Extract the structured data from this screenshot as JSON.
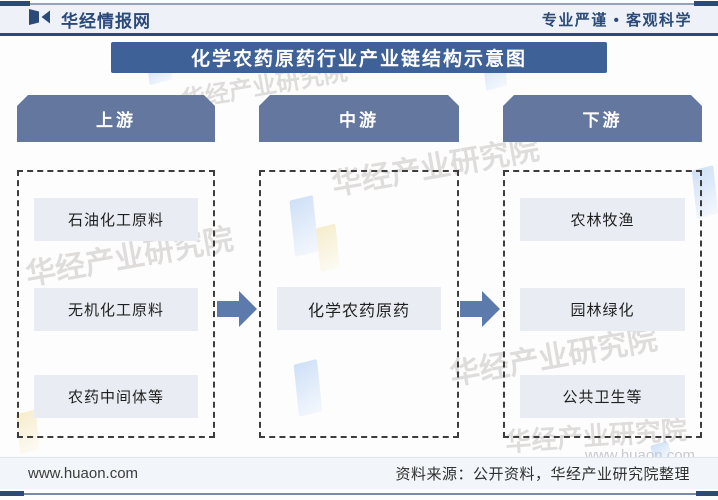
{
  "header": {
    "logo_text": "华经情报网",
    "slogan": "专业严谨 • 客观科学"
  },
  "title": "化学农药原药行业产业链结构示意图",
  "columns": [
    {
      "header": "上游",
      "items": [
        "石油化工原料",
        "无机化工原料",
        "农药中间体等"
      ]
    },
    {
      "header": "中游",
      "items": [
        "化学农药原药"
      ]
    },
    {
      "header": "下游",
      "items": [
        "农林牧渔",
        "园林绿化",
        "公共卫生等"
      ]
    }
  ],
  "footer": {
    "website": "www.huaon.com",
    "source": "资料来源：公开资料，华经产业研究院整理"
  },
  "watermark": {
    "text": "华经产业研究院",
    "url": "www.huaon.com"
  },
  "colors": {
    "navy": "#2c4a78",
    "banner_blue": "#3e6197",
    "column_header_blue": "#64779e",
    "item_box_bg": "#e9edf3",
    "arrow_blue": "#5d7aad",
    "band_bg": "#eef2f8"
  }
}
